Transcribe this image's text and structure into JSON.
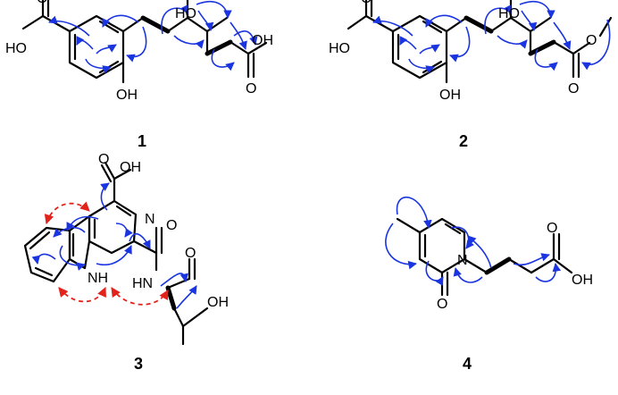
{
  "colors": {
    "hmbc_arrow": "#1a35e0",
    "noesy_arrow": "#e3221b",
    "bonds": "#000000"
  },
  "compounds": [
    {
      "id": "1",
      "labels": {
        "ho_acid": "HO",
        "oh_phenol": "OH",
        "ho_tert": "HO",
        "oh_acid2": "OH"
      }
    },
    {
      "id": "2",
      "labels": {
        "ho_acid": "HO",
        "oh_phenol": "OH",
        "ho_tert": "HO"
      }
    },
    {
      "id": "3",
      "labels": {
        "cooh_top": "OH",
        "n_ring": "N",
        "nh_indole": "NH",
        "hn_amide": "HN",
        "oh_leu": "OH"
      }
    },
    {
      "id": "4",
      "labels": {
        "n_ring": "N",
        "oh_acid": "OH"
      }
    }
  ]
}
